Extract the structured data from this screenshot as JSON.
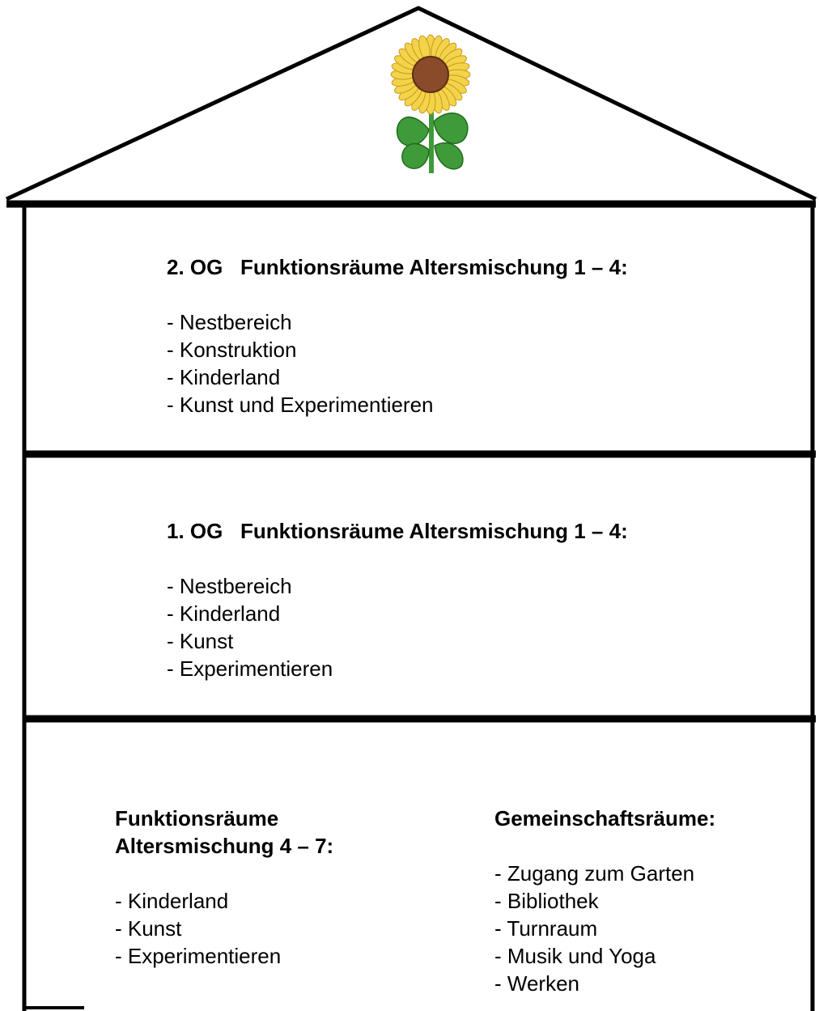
{
  "colors": {
    "line": "#000000",
    "petal": "#f3d34a",
    "center": "#8a4b2a",
    "leaf": "#3f9b3a"
  },
  "icon": "sunflower-icon",
  "floor2": {
    "heading": "2. OG   Funktionsräume Altersmischung 1 – 4:",
    "items": [
      "- Nestbereich",
      "- Konstruktion",
      "- Kinderland",
      "- Kunst und Experimentieren"
    ]
  },
  "floor1": {
    "heading": "1. OG   Funktionsräume Altersmischung 1 – 4:",
    "items": [
      "- Nestbereich",
      "- Kinderland",
      "- Kunst",
      "- Experimentieren"
    ]
  },
  "ground": {
    "left": {
      "heading_line1": "Funktionsräume",
      "heading_line2": "Altersmischung 4 – 7:",
      "items": [
        "- Kinderland",
        "- Kunst",
        "- Experimentieren"
      ]
    },
    "right": {
      "heading": "Gemeinschaftsräume:",
      "items": [
        "- Zugang zum Garten",
        "- Bibliothek",
        "- Turnraum",
        "- Musik und Yoga",
        "- Werken"
      ]
    }
  }
}
